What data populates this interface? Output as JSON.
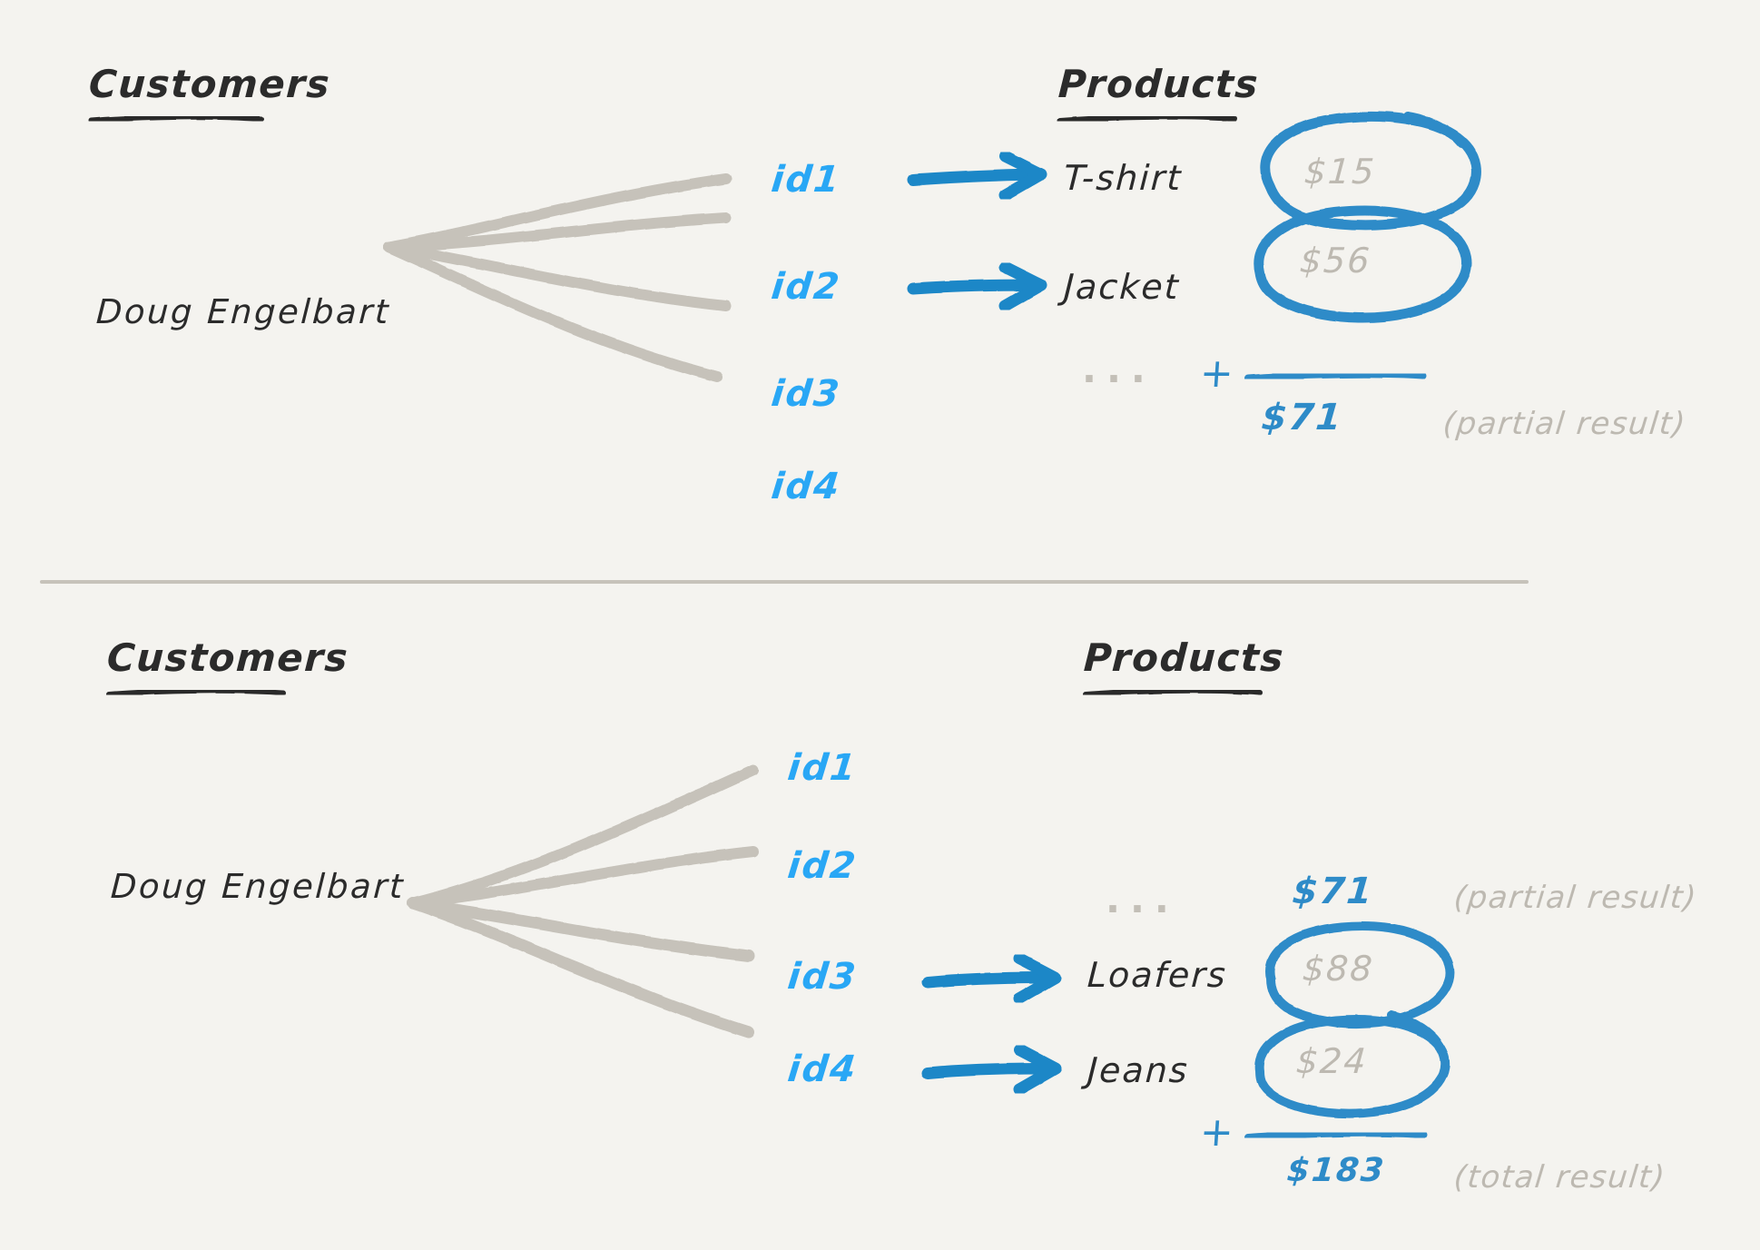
{
  "colors": {
    "background": "#f4f3ef",
    "ink_dark": "#2b2b2b",
    "id_blue": "#29a7f5",
    "accent_blue": "#2e8bc8",
    "gray_price": "#bdb9b1",
    "gray_line": "#c6c2ba"
  },
  "panels": [
    {
      "name": "upper-panel",
      "customers_heading": "Customers",
      "products_heading": "Products",
      "customer_name": "Doug Engelbart",
      "ids": [
        "id1",
        "id2",
        "id3",
        "id4"
      ],
      "mappings": [
        {
          "id": "id1",
          "product": "T-shirt",
          "price": "$15",
          "circled": true
        },
        {
          "id": "id2",
          "product": "Jacket",
          "price": "$56",
          "circled": true
        }
      ],
      "ellipsis": "...",
      "plus_sign": "+",
      "sum_value": "$71",
      "sum_note": "(partial result)"
    },
    {
      "name": "lower-panel",
      "customers_heading": "Customers",
      "products_heading": "Products",
      "customer_name": "Doug Engelbart",
      "ids": [
        "id1",
        "id2",
        "id3",
        "id4"
      ],
      "carried_ellipsis": "...",
      "carried_value": "$71",
      "carried_note": "(partial result)",
      "mappings": [
        {
          "id": "id3",
          "product": "Loafers",
          "price": "$88",
          "circled": true
        },
        {
          "id": "id4",
          "product": "Jeans",
          "price": "$24",
          "circled": true
        }
      ],
      "plus_sign": "+",
      "sum_value": "$183",
      "sum_note": "(total result)"
    }
  ]
}
